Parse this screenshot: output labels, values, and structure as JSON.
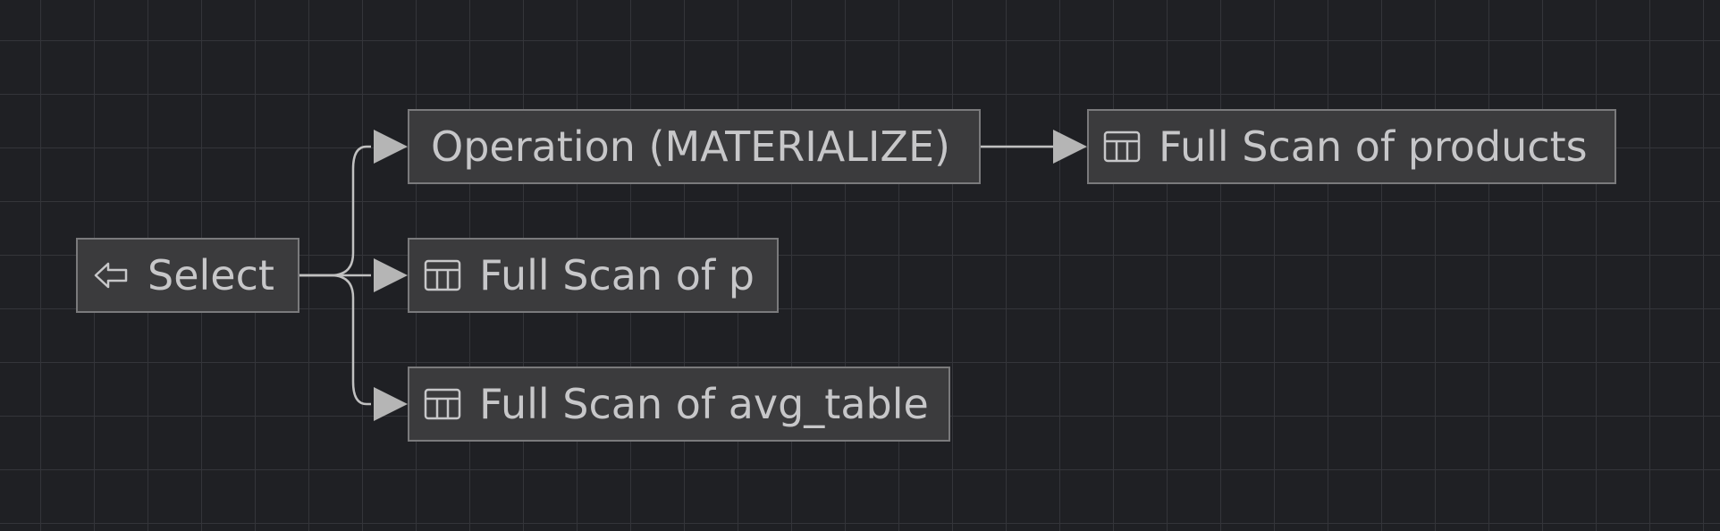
{
  "diagram": {
    "colors": {
      "background": "#1f2024",
      "grid": "#34353a",
      "node_fill": "#3b3b3d",
      "node_border": "#7a7a7c",
      "text": "#c7c7c9",
      "edge": "#c0c0c0",
      "arrowhead": "#b5b5b5"
    },
    "nodes": {
      "select": {
        "label": "Select",
        "icon": "left-arrow-outline-icon"
      },
      "materialize": {
        "label": "Operation (MATERIALIZE)"
      },
      "products": {
        "label": "Full Scan of products",
        "icon": "table-icon"
      },
      "p": {
        "label": "Full Scan of p",
        "icon": "table-icon"
      },
      "avg_table": {
        "label": "Full Scan of avg_table",
        "icon": "table-icon"
      }
    },
    "edges": [
      {
        "from": "select",
        "to": "materialize"
      },
      {
        "from": "select",
        "to": "p"
      },
      {
        "from": "select",
        "to": "avg_table"
      },
      {
        "from": "materialize",
        "to": "products"
      }
    ]
  }
}
